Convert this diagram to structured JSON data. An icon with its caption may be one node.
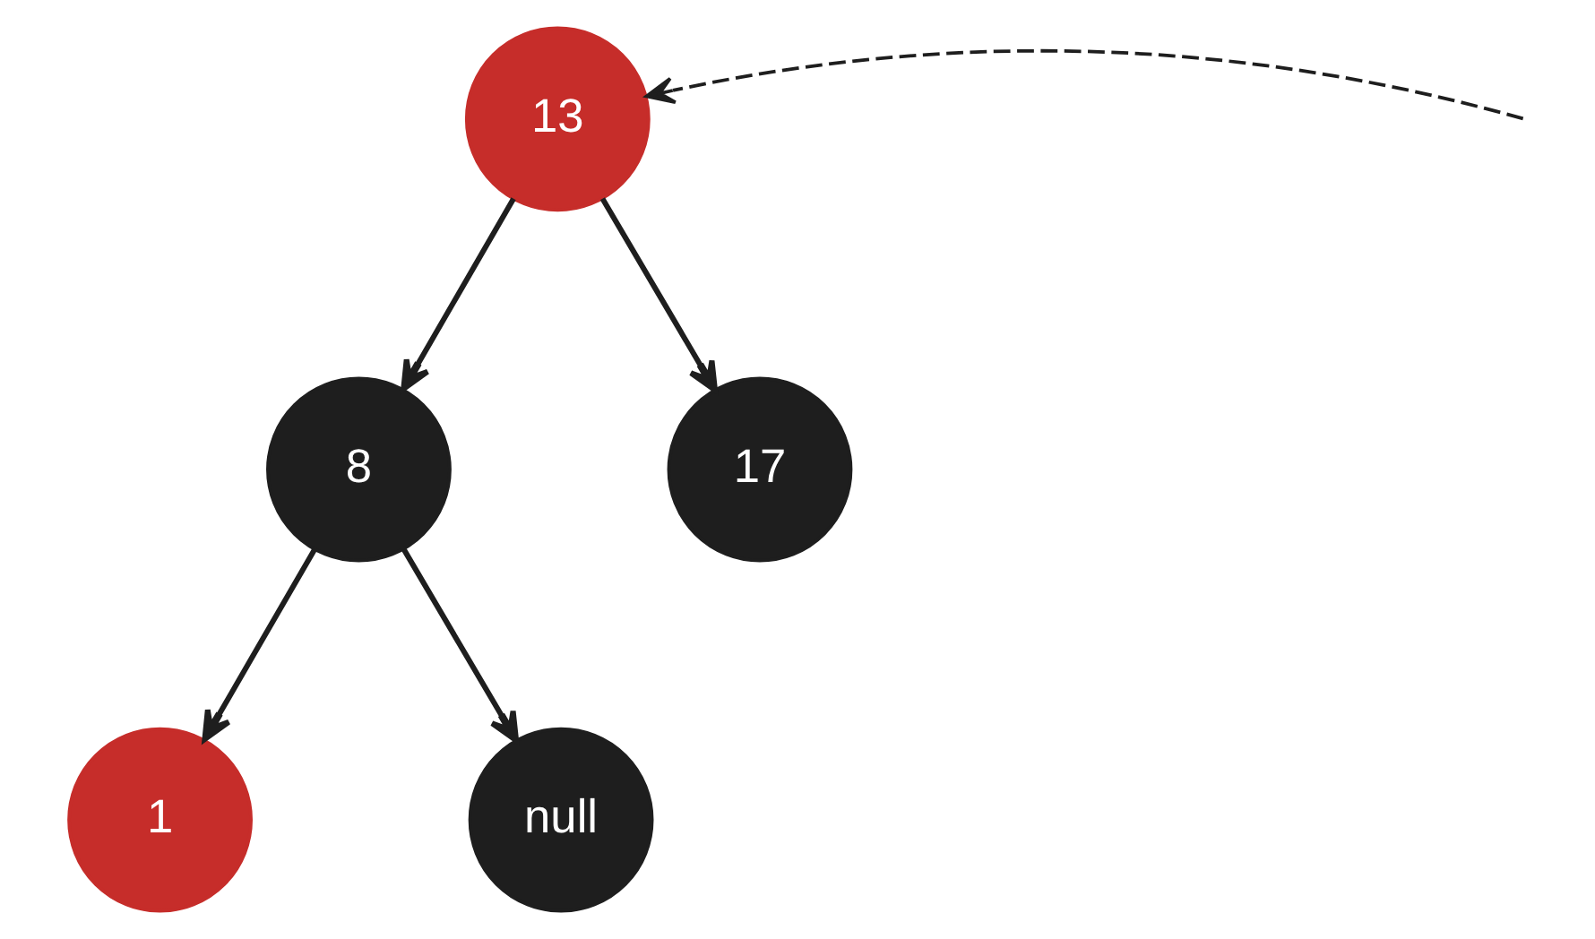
{
  "diagram": {
    "nodes": [
      {
        "text": [
          "13"
        ]
      },
      {
        "text": [
          "8"
        ]
      },
      {
        "text": [
          "17"
        ]
      },
      {
        "text": [
          "1"
        ]
      },
      {
        "text": [
          "null"
        ]
      }
    ],
    "edges": [
      {
        "from": 0,
        "to": 1,
        "arrow": "to"
      },
      {
        "from": 0,
        "to": 2,
        "arrow": "to"
      },
      {
        "from": 1,
        "to": 3,
        "arrow": "to"
      },
      {
        "from": 1,
        "to": 4,
        "arrow": "to"
      },
      {
        "from": null,
        "to": 0,
        "arrow": "to",
        "style": "dashed"
      }
    ]
  }
}
